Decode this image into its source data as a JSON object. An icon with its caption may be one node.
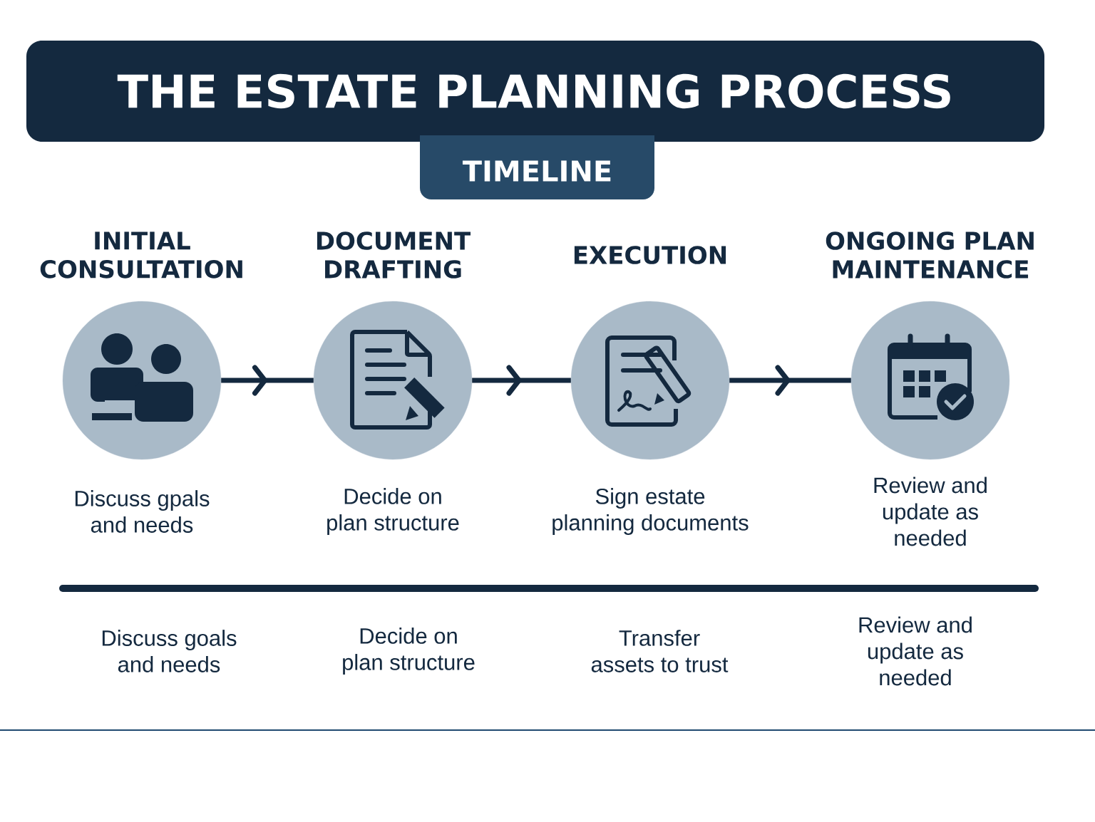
{
  "diagram": {
    "title": "THE ESTATE PLANNING PROCESS",
    "nodes": [
      {
        "text": [
          "TIMELINE"
        ]
      },
      {
        "text": [
          "INITIAL CONSULTATION"
        ],
        "beside": [
          "Discuss gpals and needs"
        ]
      },
      {
        "text": [
          "DOCUMENT DRAFTING"
        ],
        "beside": [
          "Decide on plan structure"
        ]
      },
      {
        "text": [
          "EXECUTION"
        ],
        "beside": [
          "Sign estate planning documents"
        ]
      },
      {
        "text": [
          "ONGOING PLAN MAINTENANCE"
        ],
        "beside": [
          "Review and update as needed"
        ]
      }
    ],
    "edges": [
      {
        "from": 1,
        "to": 2,
        "arrow": "to"
      },
      {
        "from": 2,
        "to": 3,
        "arrow": "to"
      },
      {
        "from": 3,
        "to": 4,
        "arrow": "to"
      }
    ],
    "labels": [
      "Discuss goals and needs",
      "Decide on plan structure",
      "Transfer assets to trust",
      "Review and update as needed"
    ]
  }
}
